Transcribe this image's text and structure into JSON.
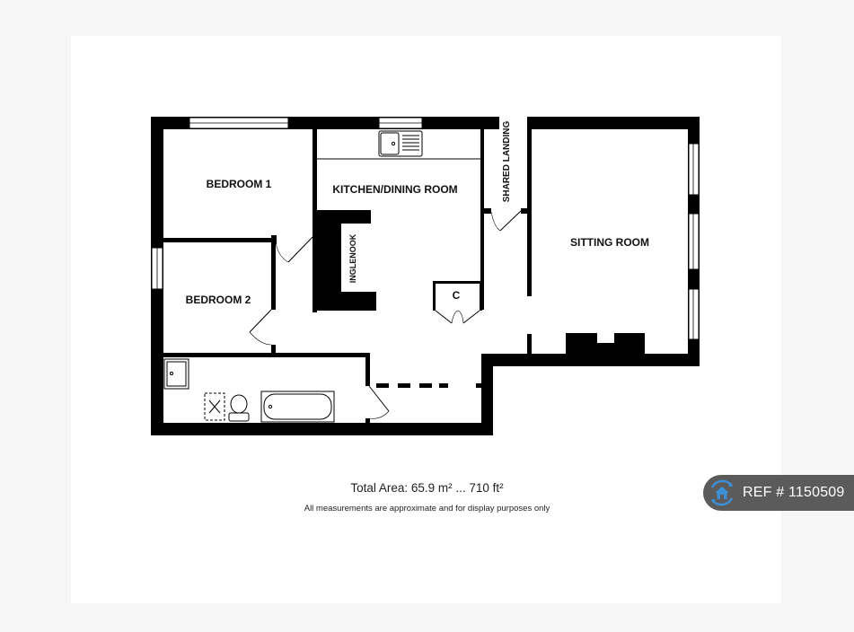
{
  "floorplan": {
    "rooms": [
      {
        "id": "bedroom1",
        "label": "BEDROOM 1"
      },
      {
        "id": "bedroom2",
        "label": "BEDROOM 2"
      },
      {
        "id": "kitchen",
        "label": "KITCHEN/DINING ROOM"
      },
      {
        "id": "inglenook",
        "label": "INGLENOOK"
      },
      {
        "id": "cupboard",
        "label": "C"
      },
      {
        "id": "landing",
        "label": "SHARED LANDING"
      },
      {
        "id": "sitting",
        "label": "SITTING ROOM"
      }
    ]
  },
  "footer": {
    "total_area": "Total Area: 65.9 m² ... 710 ft²",
    "disclaimer": "All measurements are approximate and for display purposes only"
  },
  "badge": {
    "ref_label": "REF # 1150509",
    "icon": "home-icon",
    "accent_color": "#3d8fd6",
    "background": "#5b5b5b"
  }
}
